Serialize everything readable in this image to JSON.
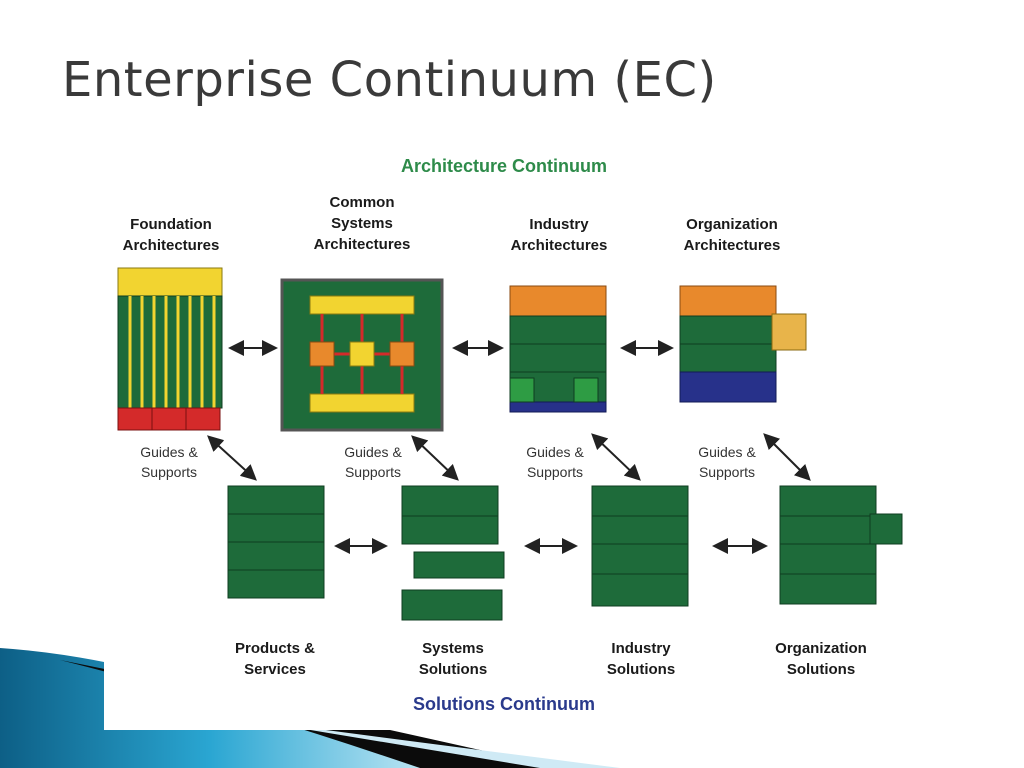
{
  "slide": {
    "title": "Enterprise Continuum (EC)"
  },
  "diagram": {
    "architecture_continuum": "Architecture Continuum",
    "solutions_continuum": "Solutions Continuum",
    "architectures": [
      {
        "label": "Foundation\nArchitectures"
      },
      {
        "label": "Common\nSystems\nArchitectures"
      },
      {
        "label": "Industry\nArchitectures"
      },
      {
        "label": "Organization\nArchitectures"
      }
    ],
    "solutions": [
      {
        "label": "Products &\nServices"
      },
      {
        "label": "Systems\nSolutions"
      },
      {
        "label": "Industry\nSolutions"
      },
      {
        "label": "Organization\nSolutions"
      }
    ],
    "guides": [
      {
        "label": "Guides &\nSupports"
      },
      {
        "label": "Guides &\nSupports"
      },
      {
        "label": "Guides &\nSupports"
      },
      {
        "label": "Guides &\nSupports"
      }
    ],
    "colors": {
      "green": "#1e6b3a",
      "yellow": "#f2d430",
      "orange": "#e8892c",
      "red": "#d42a2a",
      "navy": "#27318a",
      "accent_green": "#2e8b4a",
      "accent_blue": "#2a3a8c"
    }
  }
}
